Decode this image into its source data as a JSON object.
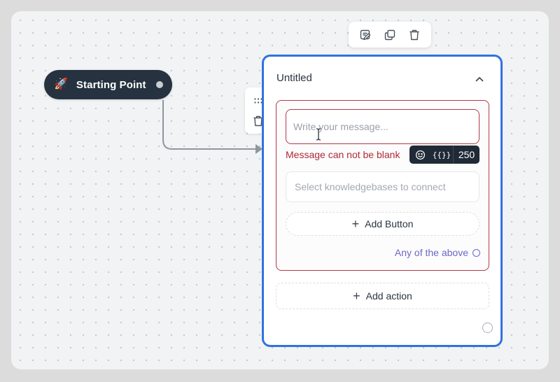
{
  "start_node": {
    "icon": "rocket-icon",
    "emoji": "🚀",
    "label": "Starting Point"
  },
  "top_toolbar": {
    "icons": [
      "rename-icon",
      "duplicate-icon",
      "trash-icon"
    ]
  },
  "side_toolbar": {
    "icons": [
      "drag-handle-icon",
      "trash-icon"
    ]
  },
  "node": {
    "title": "Untitled",
    "message": {
      "value": "",
      "placeholder": "Write your message...",
      "error": "Message can not be blank",
      "toolbar": {
        "emoji_icon": "emoji-icon",
        "variables_label": "{{}}",
        "char_count": "250"
      }
    },
    "knowledgebase": {
      "placeholder": "Select knowledgebases to connect"
    },
    "add_button_label": "Add Button",
    "any_of_above_label": "Any of the above",
    "add_action_label": "Add action"
  },
  "colors": {
    "accent_blue": "#2f73e0",
    "error_red": "#b02a37",
    "link_purple": "#6e66c7",
    "start_node_bg": "#26323f"
  }
}
